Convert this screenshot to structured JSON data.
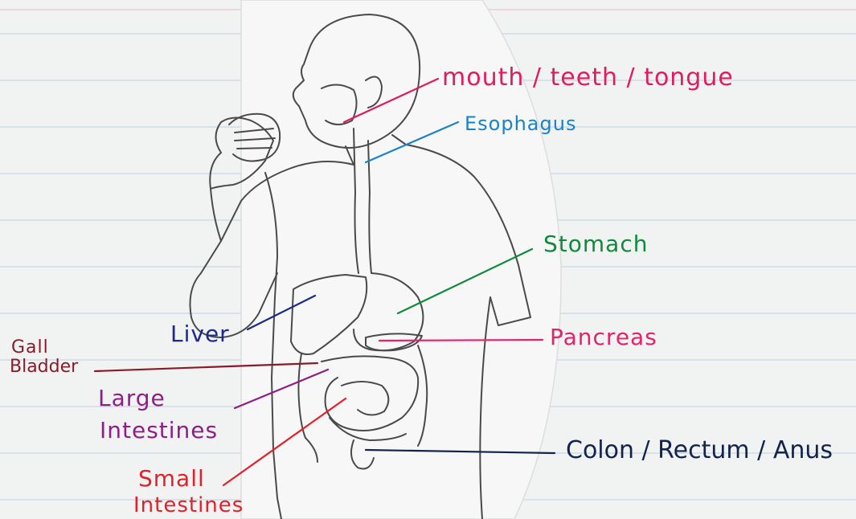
{
  "labels": {
    "mouth": "mouth / teeth / tongue",
    "esophagus": "Esophagus",
    "stomach": "Stomach",
    "liver": "Liver",
    "pancreas": "Pancreas",
    "gall_line1": "Gall",
    "gall_line2": "Bladder",
    "large_line1": "Large",
    "large_line2": "Intestines",
    "small_line1": "Small",
    "small_line2": "Intestines",
    "colon": "Colon / Rectum / Anus"
  },
  "colors": {
    "mouth": "#e21a5e",
    "esophagus": "#1a82c8",
    "stomach": "#0f8a3c",
    "liver": "#1c2a8c",
    "pancreas": "#e3226a",
    "gall_bladder": "#8a1a2a",
    "large_intestines": "#8e1f88",
    "small_intestines": "#e3202a",
    "colon": "#12234e",
    "outline": "#4a4a4a"
  },
  "icons": {
    "figure": "human-figure-eating-sandwich-icon",
    "sandwich": "sandwich-icon"
  }
}
